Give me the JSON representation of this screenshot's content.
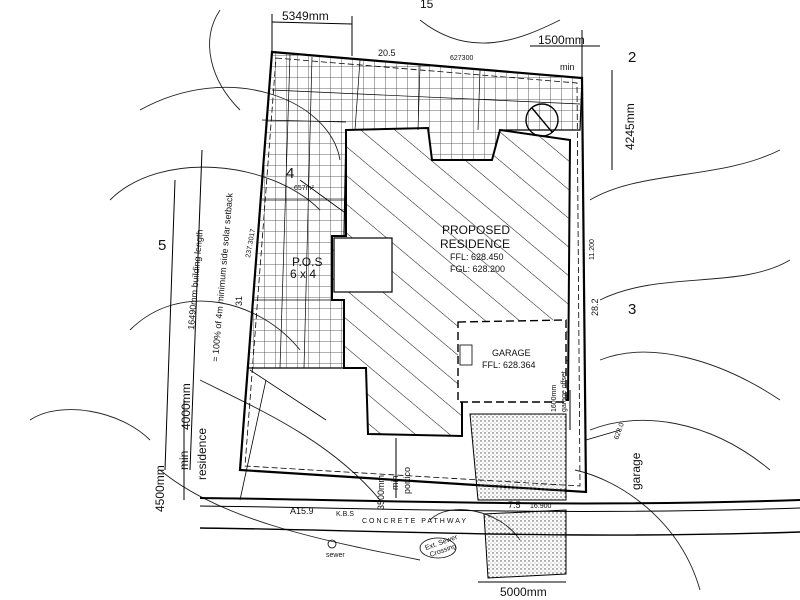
{
  "plan": {
    "lot_numbers": {
      "left": "5",
      "right": "3",
      "top_right": "2",
      "top": "15"
    },
    "building": {
      "title_line1": "PROPOSED",
      "title_line2": "RESIDENCE",
      "ffl": "FFL: 628.450",
      "fgl": "FGL: 628.200"
    },
    "garage": {
      "title": "GARAGE",
      "ffl": "FFL: 628.364"
    },
    "courtyard": {
      "number": "4",
      "area": "657m²"
    },
    "pos": {
      "line1": "P.O.S",
      "line2": "6 x 4"
    },
    "dimensions": {
      "top_left": "5349mm",
      "top_edge": "20.5",
      "top_edge_level": "627300",
      "top_right_setback": "1500mm",
      "top_right_min": "min",
      "right_setback": "4245mm",
      "right_level": "11.200",
      "right_edge": "28.2",
      "left_edge": "31",
      "left_level": "237.3017",
      "building_length": "16490mm building length",
      "solar_setback": "= 100% of 4m minimum side solar setback",
      "residence_setback_a": "4500mm",
      "residence_setback_b": "4000mm",
      "residence_min": "min",
      "residence_word": "residence",
      "portico_setback": "3500mm",
      "portico_min": "min",
      "portico_word": "portico",
      "garage_offset": "1600mm",
      "garage_offset_note": "garage offset",
      "front_left": "A15.9",
      "front_kerb": "K.B.S",
      "front_right": "7.5",
      "front_level": "16.900",
      "driveway_width": "5000mm",
      "garage_setback": "garage",
      "garage_level": "628.0"
    },
    "road": {
      "pathway": "CONCRETE PATHWAY"
    },
    "street_marker": "sewer",
    "service_note_1": "Ext. Sewer",
    "service_note_2": "Crossing"
  }
}
